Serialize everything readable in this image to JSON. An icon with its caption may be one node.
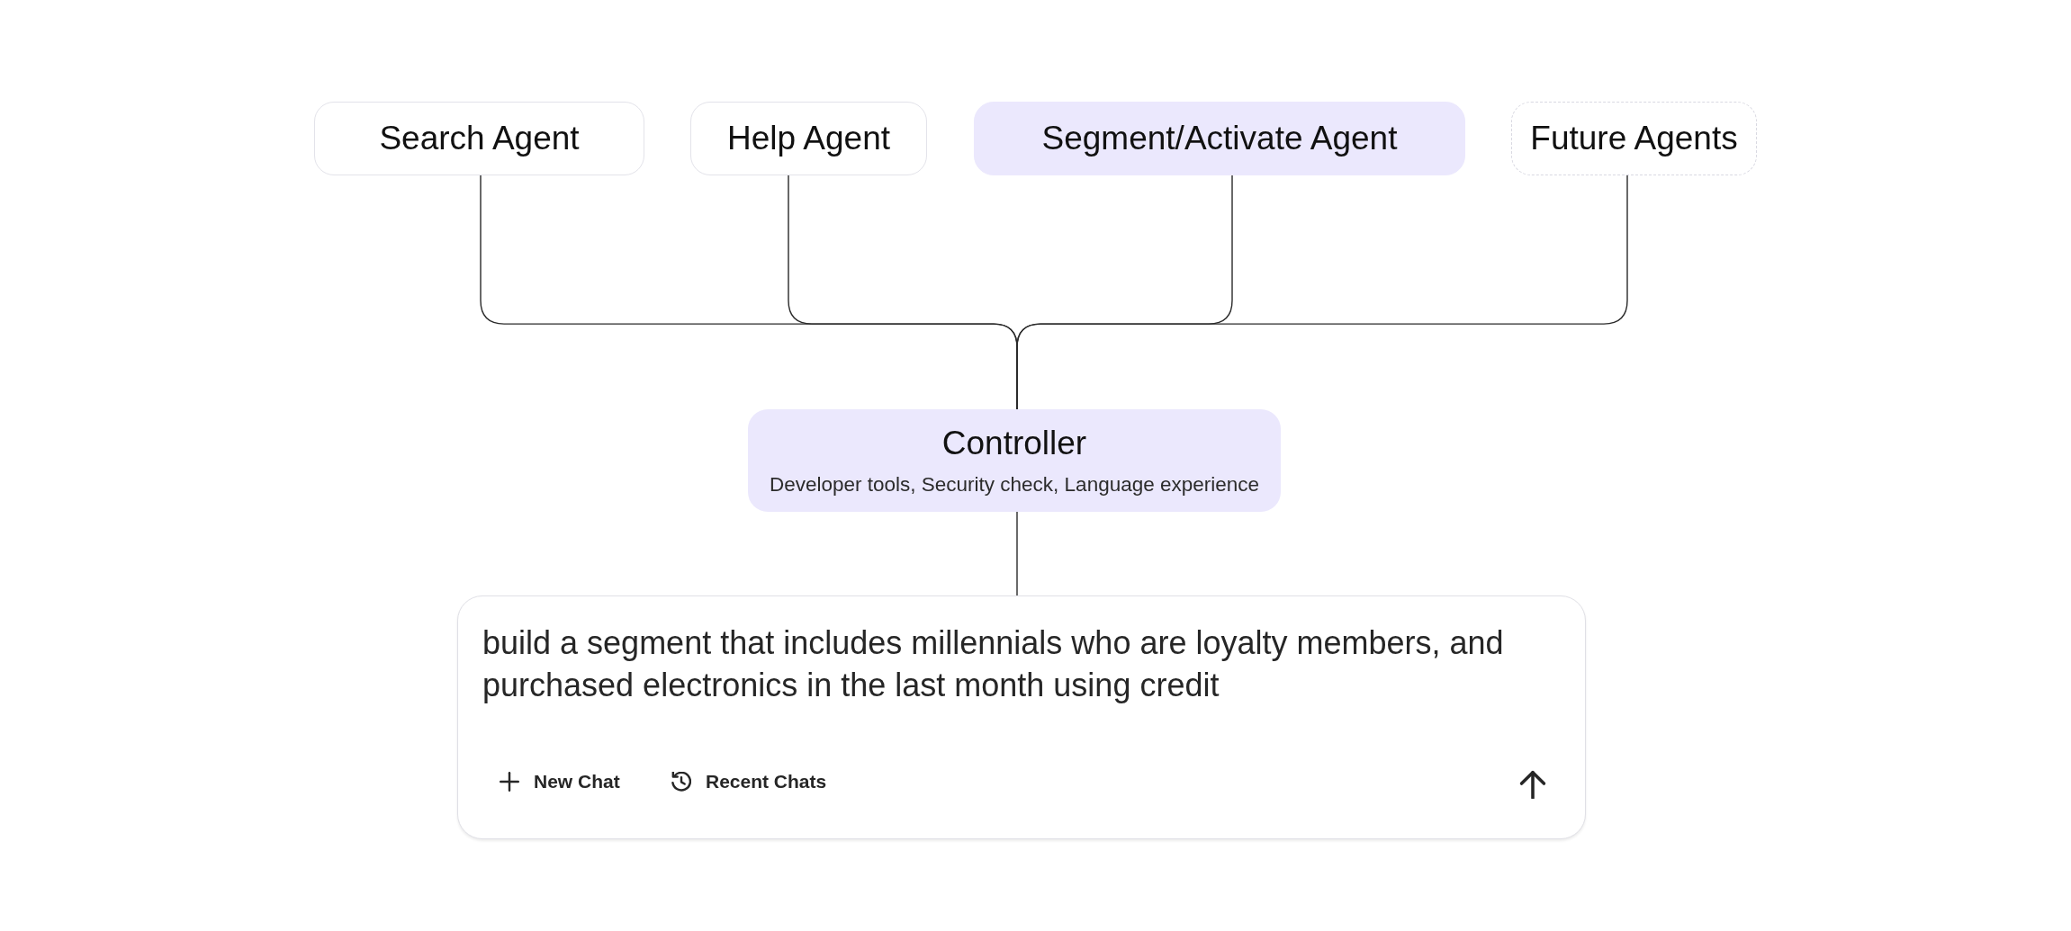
{
  "diagram": {
    "nodes": [
      {
        "text": [
          "Search Agent"
        ]
      },
      {
        "text": [
          "Help Agent"
        ]
      },
      {
        "text": [
          "Segment/Activate Agent"
        ]
      },
      {
        "text": [
          "Future Agents"
        ]
      },
      {
        "text": [
          "Controller",
          "Developer tools, Security check, Language experience"
        ]
      },
      {
        "text": [
          "build a segment that includes millennials who are loyalty members, and purchased electronics in the last month using credit",
          "New Chat",
          "Recent Chats"
        ]
      }
    ],
    "edges": [
      {
        "from": 0,
        "to": 4,
        "arrow": "none"
      },
      {
        "from": 1,
        "to": 4,
        "arrow": "none"
      },
      {
        "from": 2,
        "to": 4,
        "arrow": "none"
      },
      {
        "from": 3,
        "to": 4,
        "arrow": "none"
      },
      {
        "from": 4,
        "to": 5,
        "arrow": "none"
      }
    ]
  }
}
